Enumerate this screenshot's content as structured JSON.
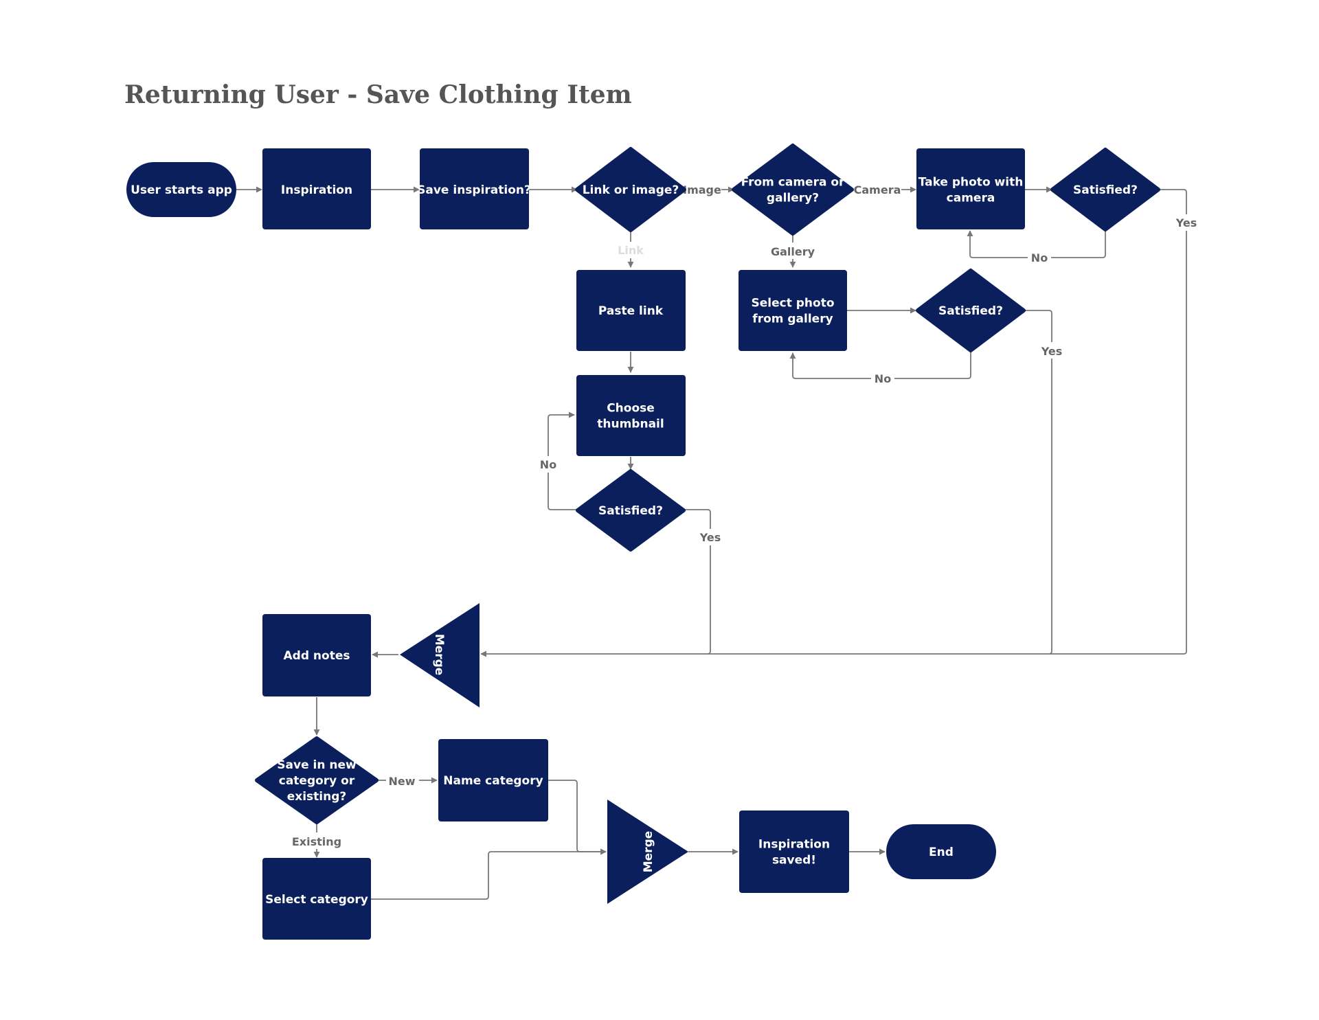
{
  "title": "Returning User - Save Clothing Item",
  "colors": {
    "node_fill": "#0a1f5c",
    "edge": "#777777",
    "label": "#666666",
    "title": "#555555"
  },
  "nodes": {
    "start": {
      "lines": [
        "User starts app"
      ]
    },
    "inspiration": {
      "lines": [
        "Inspiration"
      ]
    },
    "save_inspiration": {
      "lines": [
        "Save inspiration?"
      ]
    },
    "link_or_image": {
      "lines": [
        "Link or image?"
      ]
    },
    "camera_or_gallery": {
      "lines": [
        "From camera or",
        "gallery?"
      ]
    },
    "take_photo": {
      "lines": [
        "Take photo with",
        "camera"
      ]
    },
    "satisfied_camera": {
      "lines": [
        "Satisfied?"
      ]
    },
    "paste_link": {
      "lines": [
        "Paste link"
      ]
    },
    "select_photo": {
      "lines": [
        "Select photo",
        "from gallery"
      ]
    },
    "satisfied_gallery": {
      "lines": [
        "Satisfied?"
      ]
    },
    "choose_thumbnail": {
      "lines": [
        "Choose",
        "thumbnail"
      ]
    },
    "satisfied_thumbnail": {
      "lines": [
        "Satisfied?"
      ]
    },
    "merge_1": {
      "lines": [
        "Merge"
      ]
    },
    "add_notes": {
      "lines": [
        "Add notes"
      ]
    },
    "save_category": {
      "lines": [
        "Save in new",
        "category or",
        "existing?"
      ]
    },
    "name_category": {
      "lines": [
        "Name category"
      ]
    },
    "select_category": {
      "lines": [
        "Select category"
      ]
    },
    "merge_2": {
      "lines": [
        "Merge"
      ]
    },
    "inspiration_saved": {
      "lines": [
        "Inspiration",
        "saved!"
      ]
    },
    "end": {
      "lines": [
        "End"
      ]
    }
  },
  "edge_labels": {
    "image": "Image",
    "camera": "Camera",
    "gallery": "Gallery",
    "link": "Link",
    "yes_camera": "Yes",
    "no_camera": "No",
    "yes_gallery": "Yes",
    "no_gallery": "No",
    "no_thumbnail": "No",
    "yes_thumbnail": "Yes",
    "new": "New",
    "existing": "Existing"
  }
}
